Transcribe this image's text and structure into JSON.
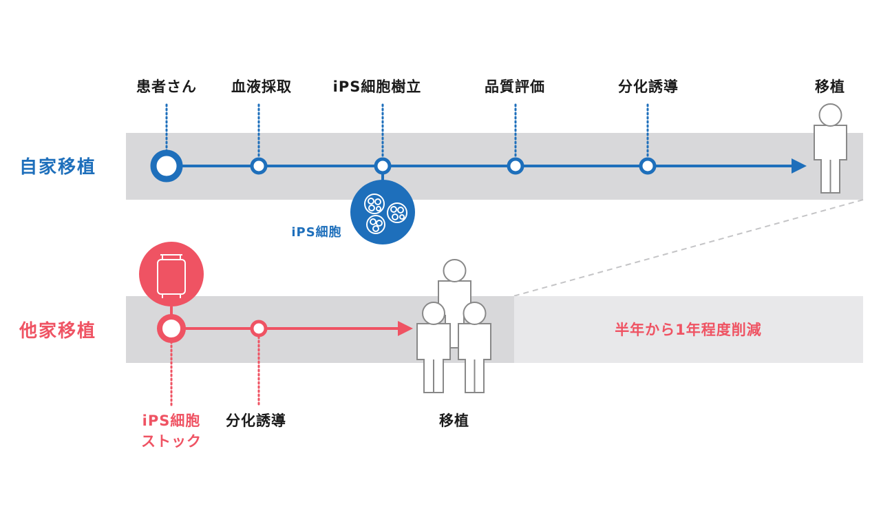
{
  "colors": {
    "blue": "#1e6fbb",
    "red": "#ef5363",
    "band": "#d8d8da",
    "band_light": "#e8e8ea",
    "text": "#1a1a1a",
    "figure_stroke": "#888888"
  },
  "autologous": {
    "title": "自家移植",
    "steps": [
      "患者さん",
      "血液採取",
      "iPS細胞樹立",
      "品質評価",
      "分化誘導",
      "移植"
    ],
    "cell_label": "iPS細胞",
    "icons": [
      "cells-icon",
      "person-icon"
    ]
  },
  "allogeneic": {
    "title": "他家移植",
    "stock_label_line1": "iPS細胞",
    "stock_label_line2": "ストック",
    "step_induction": "分化誘導",
    "step_transplant": "移植",
    "reduction_note": "半年から1年程度削減",
    "icons": [
      "storage-tank-icon",
      "people-group-icon"
    ]
  }
}
